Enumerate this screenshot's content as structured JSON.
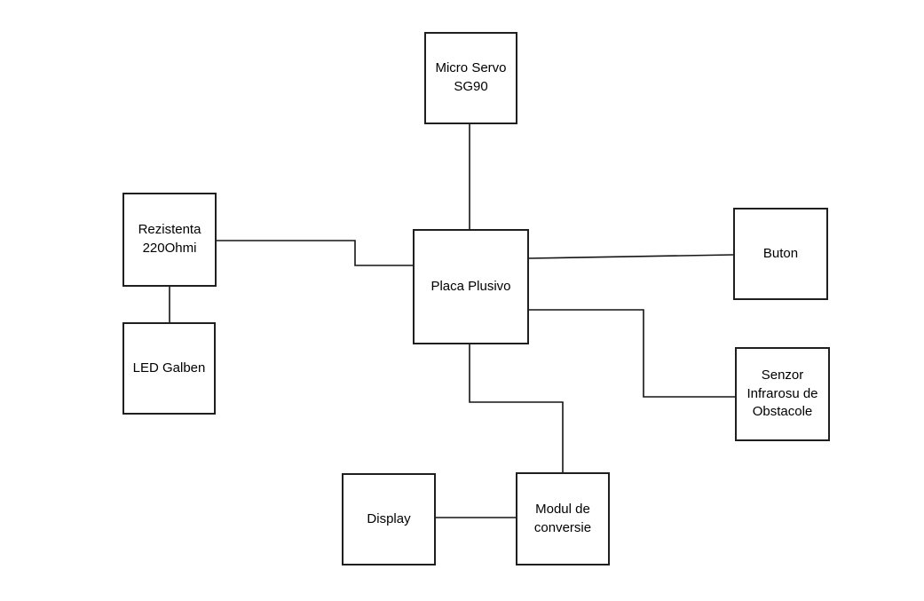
{
  "diagram": {
    "background_color": "#ffffff",
    "box_border_color": "#1f1f1f",
    "line_color": "#141414",
    "text_color": "#000000",
    "nodes": [
      {
        "id": "micro-servo",
        "label": "Micro Servo\nSG90"
      },
      {
        "id": "rezistenta",
        "label": "Rezistenta\n220Ohmi"
      },
      {
        "id": "led-galben",
        "label": "LED Galben"
      },
      {
        "id": "placa-plusivo",
        "label": "Placa Plusivo"
      },
      {
        "id": "buton",
        "label": "Buton"
      },
      {
        "id": "senzor-infrarosu",
        "label": "Senzor\nInfrarosu de\nObstacole"
      },
      {
        "id": "display",
        "label": "Display"
      },
      {
        "id": "modul-conversie",
        "label": "Modul de\nconversie"
      }
    ],
    "edges": [
      {
        "from": "micro-servo",
        "to": "placa-plusivo"
      },
      {
        "from": "rezistenta",
        "to": "placa-plusivo"
      },
      {
        "from": "rezistenta",
        "to": "led-galben"
      },
      {
        "from": "placa-plusivo",
        "to": "buton"
      },
      {
        "from": "placa-plusivo",
        "to": "senzor-infrarosu"
      },
      {
        "from": "placa-plusivo",
        "to": "modul-conversie"
      },
      {
        "from": "display",
        "to": "modul-conversie"
      }
    ]
  }
}
